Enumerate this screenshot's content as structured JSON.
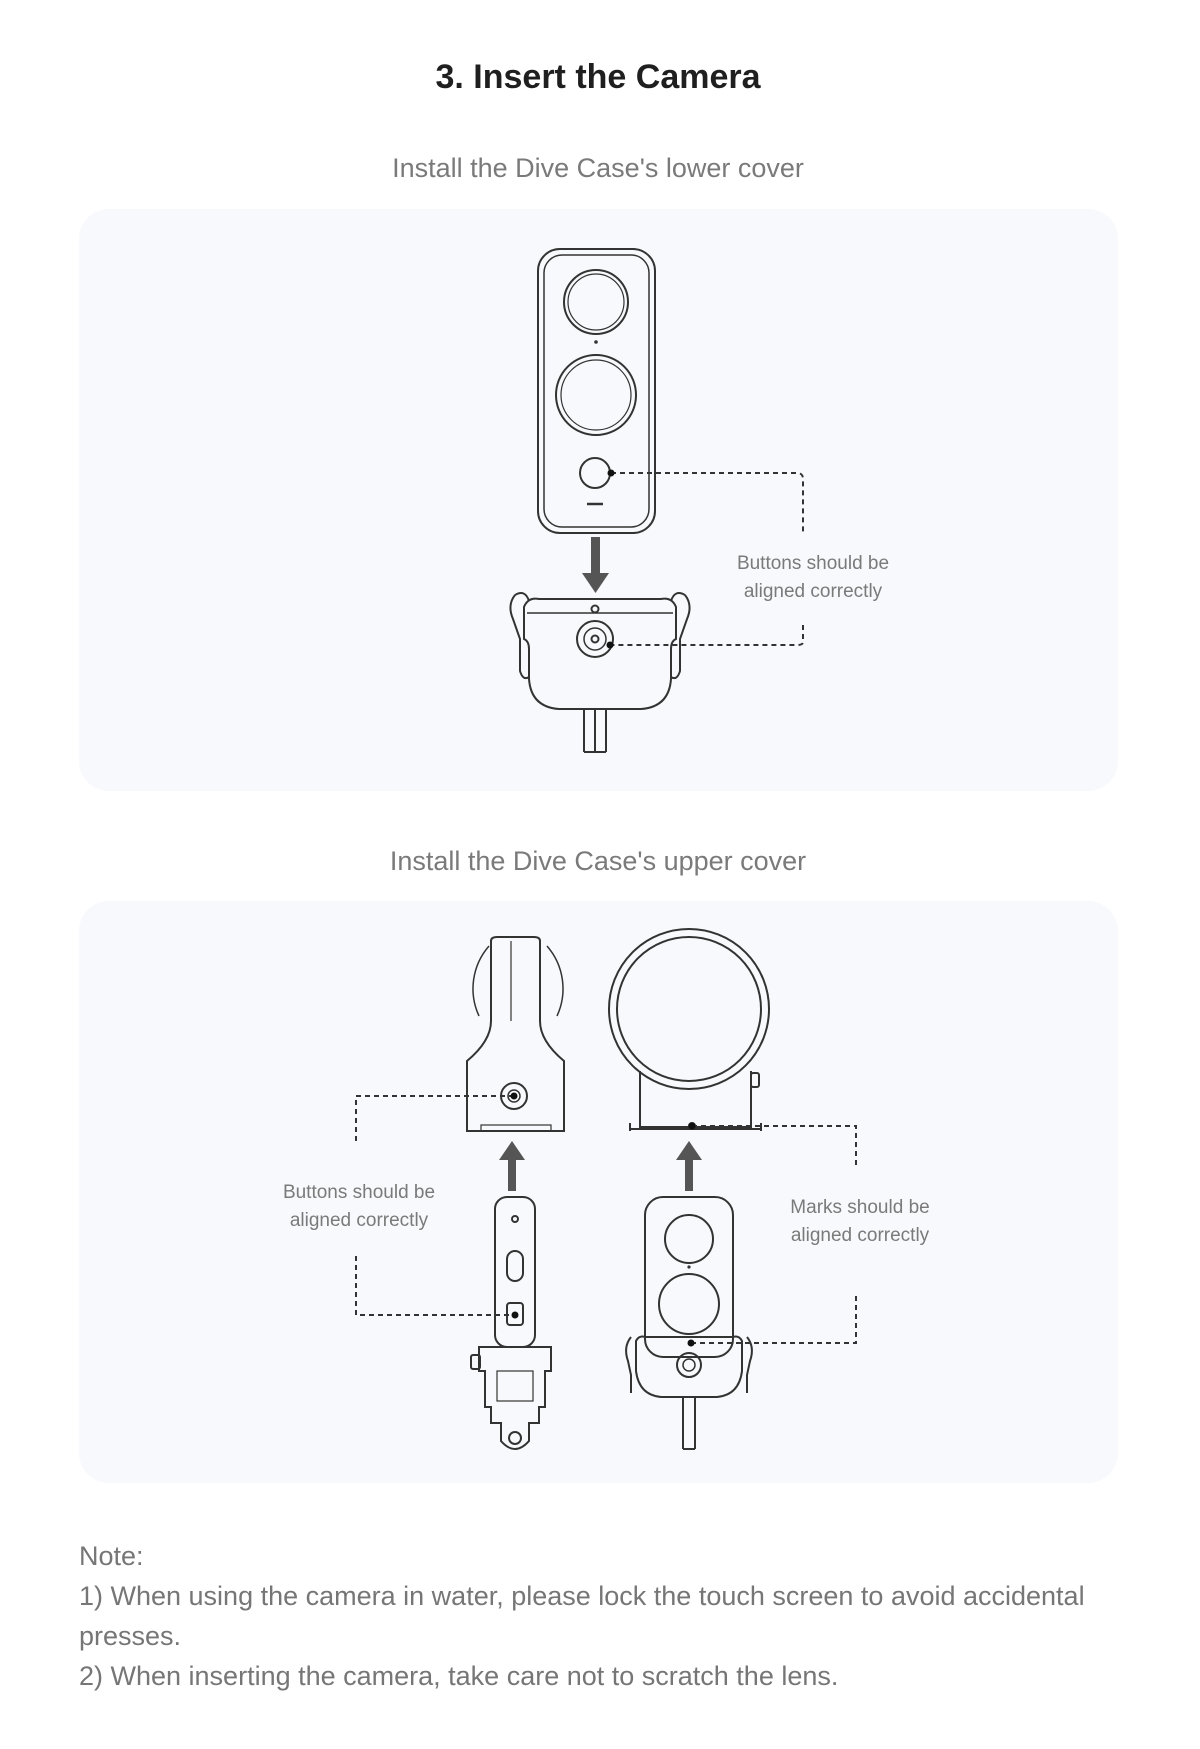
{
  "title": "3. Insert the Camera",
  "sections": [
    {
      "subtitle": "Install the Dive Case's lower cover",
      "callouts": [
        "Buttons should be\naligned correctly"
      ]
    },
    {
      "subtitle": "Install the Dive Case's upper cover",
      "callouts": [
        "Buttons should be\naligned correctly",
        "Marks should be\naligned correctly"
      ]
    }
  ],
  "notes": {
    "heading": "Note:",
    "items": [
      "1) When using the camera in water, please lock the touch screen to avoid accidental presses.",
      "2) When inserting the camera, take care not to scratch the lens."
    ]
  },
  "colors": {
    "text_primary": "#1f1f1f",
    "text_secondary": "#7a7a7a",
    "panel_bg": "#f8f9fc",
    "line_art": "#333333"
  }
}
